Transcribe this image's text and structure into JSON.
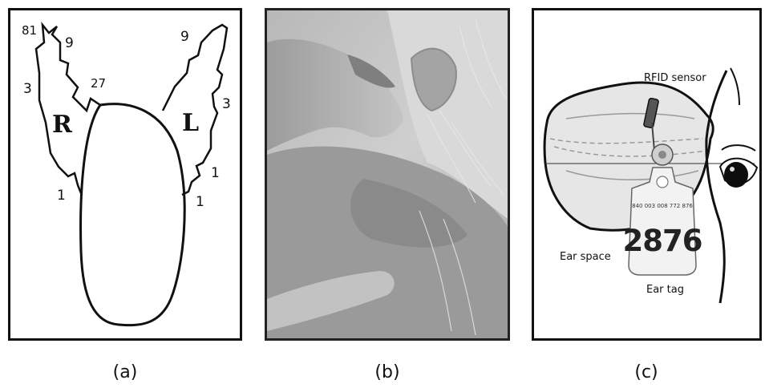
{
  "panels": {
    "a": {
      "caption": "(a)",
      "right_ear_letter": "R",
      "left_ear_letter": "L",
      "right_ear_marks": [
        "81",
        "9",
        "3",
        "27",
        "1"
      ],
      "left_ear_marks": [
        "9",
        "3",
        "1",
        "1"
      ]
    },
    "b": {
      "caption": "(b)"
    },
    "c": {
      "caption": "(c)",
      "labels": {
        "rfid": "RFID sensor",
        "ear_space": "Ear space",
        "ear_tag": "Ear tag"
      },
      "tag": {
        "small_text": "840 003 008 772 876",
        "number": "2876"
      }
    }
  }
}
